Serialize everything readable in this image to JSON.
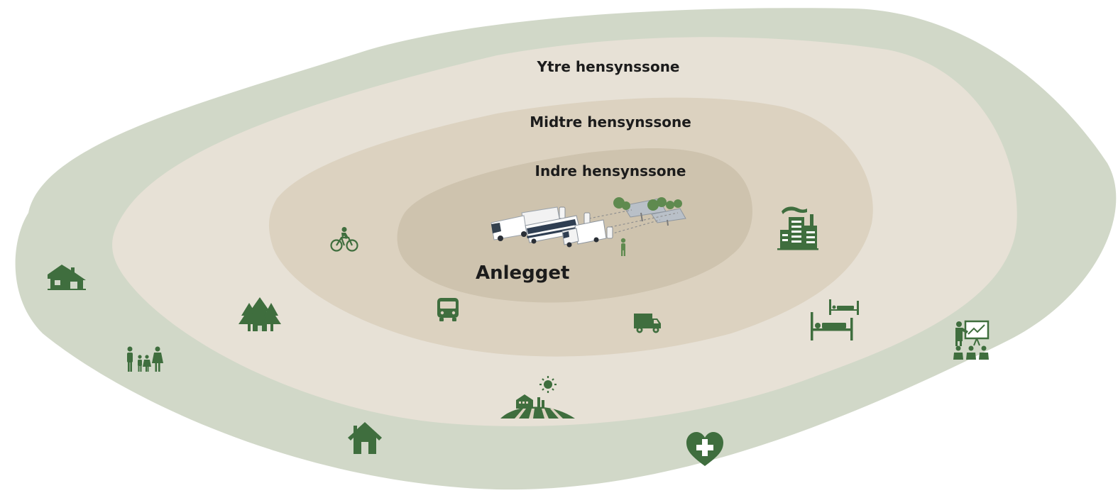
{
  "colors": {
    "outer_zone": "#d1d8c8",
    "ytre_zone": "#e7e1d6",
    "midtre_zone": "#dcd2c0",
    "indre_zone": "#cec3ae",
    "icon_green": "#3f6e3e",
    "label_text": "#1c1c1c"
  },
  "zones": {
    "ytre_label": "Ytre hensynssone",
    "midtre_label": "Midtre hensynssone",
    "indre_label": "Indre hensynssone"
  },
  "facility": {
    "label": "Anlegget"
  },
  "icons": [
    "house-small-icon",
    "family-icon",
    "forest-icon",
    "house-icon",
    "farm-icon",
    "health-heart-icon",
    "school-teacher-icon",
    "hospital-beds-icon",
    "factory-icon",
    "bicycle-icon",
    "bus-icon",
    "delivery-truck-icon"
  ]
}
